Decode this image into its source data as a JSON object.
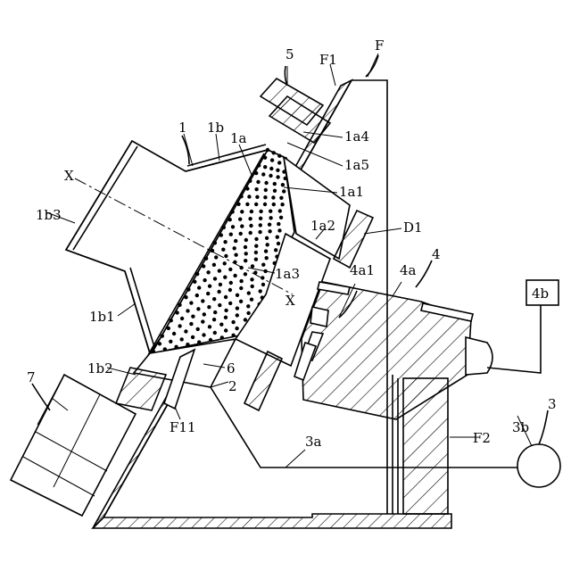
{
  "labels": {
    "F": "F",
    "F1": "F1",
    "F2": "F2",
    "F11": "F11",
    "p1": "1",
    "p1a": "1a",
    "p1a1": "1a1",
    "p1a2": "1a2",
    "p1a3": "1a3",
    "p1a4": "1a4",
    "p1a5": "1a5",
    "p1b": "1b",
    "p1b1": "1b1",
    "p1b2": "1b2",
    "p1b3": "1b3",
    "p2": "2",
    "p3": "3",
    "p3a": "3a",
    "p3b": "3b",
    "p4": "4",
    "p4a": "4a",
    "p4a1": "4a1",
    "p4b": "4b",
    "p5": "5",
    "p6": "6",
    "p7": "7",
    "D1": "D1",
    "axisX1": "X",
    "axisX2": "X"
  }
}
